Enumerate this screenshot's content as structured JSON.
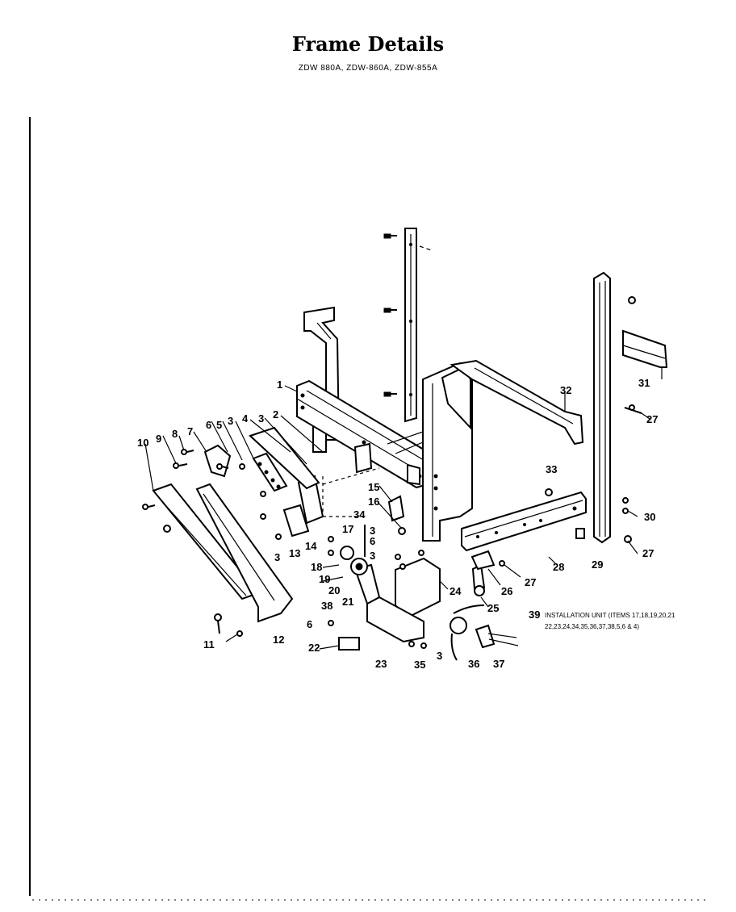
{
  "title": "Frame Details",
  "subtitle": "ZDW 880A, ZDW-860A, ZDW-855A",
  "callouts": [
    "1",
    "2",
    "3",
    "3",
    "4",
    "5",
    "6",
    "3",
    "7",
    "8",
    "9",
    "10",
    "11",
    "12",
    "13",
    "3",
    "14",
    "15",
    "16",
    "34",
    "6",
    "17",
    "3",
    "18",
    "19",
    "20",
    "38",
    "21",
    "6",
    "22",
    "23",
    "35",
    "3",
    "24",
    "25",
    "26",
    "27",
    "28",
    "29",
    "30",
    "27",
    "27",
    "31",
    "32",
    "33",
    "36",
    "37"
  ],
  "note": {
    "number": "39",
    "line1": "INSTALLATION UNIT (ITEMS 17,18,19,20,21",
    "line2": "22,23,24,34,35,36,37,38,5,6 & 4)"
  }
}
